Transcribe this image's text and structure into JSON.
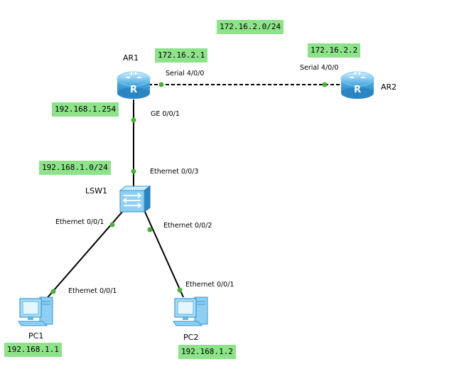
{
  "colors": {
    "label_bg": "#8ee28a",
    "port_dot": "#4caf3d",
    "link": "#000000",
    "device_blue": "#5bb7e6"
  },
  "networks": {
    "wan": "172.16.2.0/24",
    "lan": "192.168.1.0/24"
  },
  "devices": {
    "ar1": {
      "name": "AR1",
      "icon": "router-icon",
      "ip": "172.16.2.1",
      "lan_ip": "192.168.1.254"
    },
    "ar2": {
      "name": "AR2",
      "icon": "router-icon",
      "ip": "172.16.2.2"
    },
    "lsw1": {
      "name": "LSW1",
      "icon": "switch-icon"
    },
    "pc1": {
      "name": "PC1",
      "icon": "pc-icon",
      "ip": "192.168.1.1"
    },
    "pc2": {
      "name": "PC2",
      "icon": "pc-icon",
      "ip": "192.168.1.2"
    }
  },
  "ports": {
    "ar1_serial": "Serial 4/0/0",
    "ar2_serial": "Serial 4/0/0",
    "ar1_ge": "GE 0/0/1",
    "lsw1_e3": "Ethernet 0/0/3",
    "lsw1_e1": "Ethernet 0/0/1",
    "lsw1_e2": "Ethernet 0/0/2",
    "pc1_e1": "Ethernet 0/0/1",
    "pc2_e1": "Ethernet 0/0/1"
  },
  "links": [
    {
      "from": "AR1",
      "to": "AR2",
      "style": "dashed"
    },
    {
      "from": "AR1",
      "to": "LSW1",
      "style": "solid"
    },
    {
      "from": "LSW1",
      "to": "PC1",
      "style": "solid"
    },
    {
      "from": "LSW1",
      "to": "PC2",
      "style": "solid"
    }
  ]
}
